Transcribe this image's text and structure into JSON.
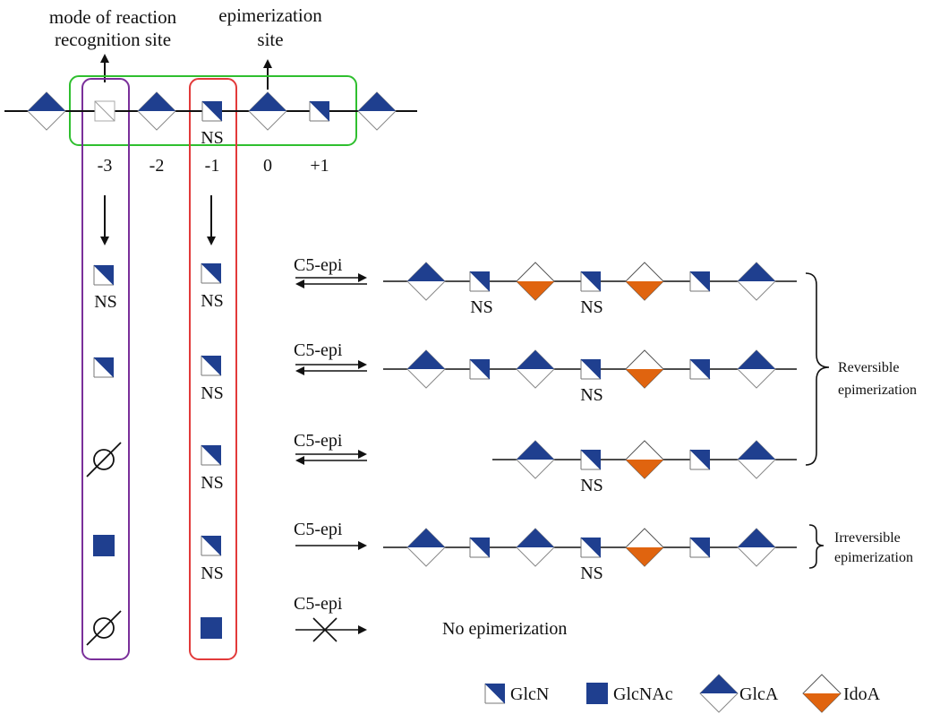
{
  "header": {
    "recognition_label_1": "mode of reaction",
    "recognition_label_2": "recognition site",
    "epimerization_label_1": "epimerization",
    "epimerization_label_2": "site"
  },
  "substrate": {
    "ns_label": "NS",
    "positions": [
      "-3",
      "-2",
      "-1",
      "0",
      "+1"
    ]
  },
  "reactions": {
    "enzyme_label": "C5-epi",
    "ns_label": "NS",
    "reversible_label_1": "Reversible",
    "reversible_label_2": "epimerization",
    "irreversible_label_1": "Irreversible",
    "irreversible_label_2": "epimerization",
    "no_epimerization_label": "No epimerization"
  },
  "legend": {
    "glcn": "GlcN",
    "glcnac": "GlcNAc",
    "glca": "GlcA",
    "idoa": "IdoA"
  },
  "colors": {
    "blue": "#1f3f8f",
    "orange": "#e0640f",
    "green_box": "#2fbf2f",
    "purple_box": "#7a2f9a",
    "red_box": "#e23a3a"
  }
}
